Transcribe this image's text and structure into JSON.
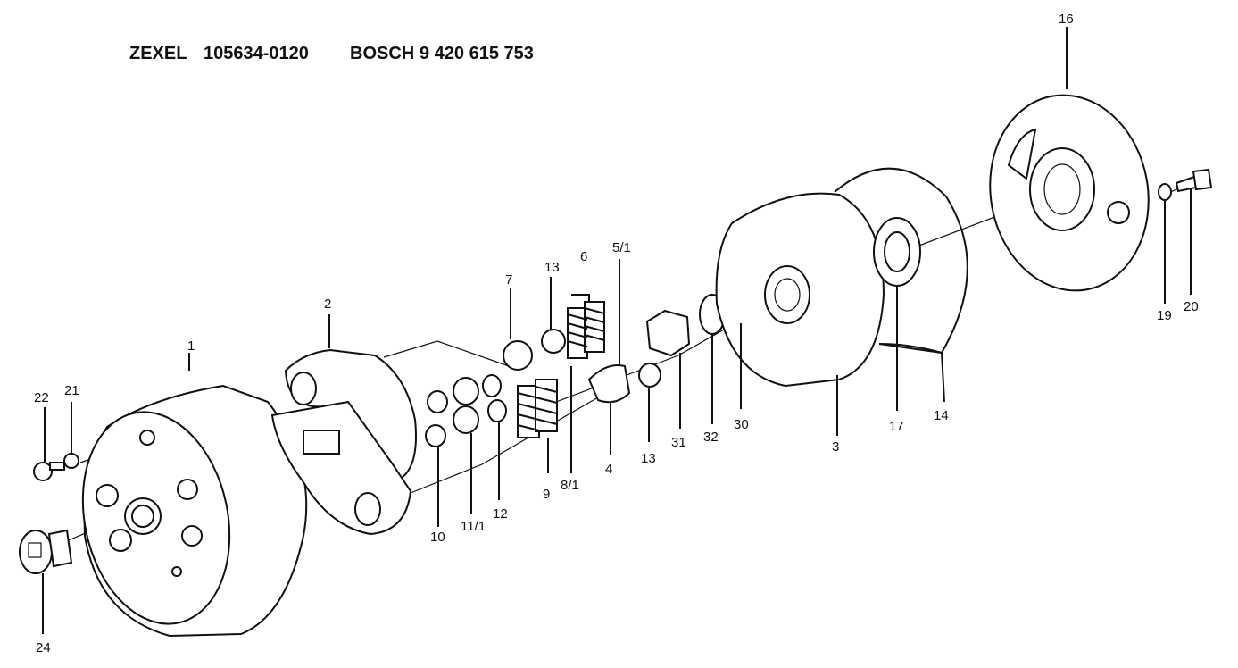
{
  "header": {
    "zexel_label": "ZEXEL",
    "zexel_number": "105634-0120",
    "bosch_label": "BOSCH",
    "bosch_number": "9 420 615 753"
  },
  "callouts": {
    "p1": "1",
    "p2": "2",
    "p3": "3",
    "p4": "4",
    "p5_1": "5/1",
    "p6": "6",
    "p7": "7",
    "p8_1": "8/1",
    "p9": "9",
    "p10": "10",
    "p11_1": "11/1",
    "p12": "12",
    "p13a": "13",
    "p13b": "13",
    "p14": "14",
    "p16": "16",
    "p17": "17",
    "p19": "19",
    "p20": "20",
    "p21": "21",
    "p22": "22",
    "p24": "24",
    "p30": "30",
    "p31": "31",
    "p32": "32"
  }
}
